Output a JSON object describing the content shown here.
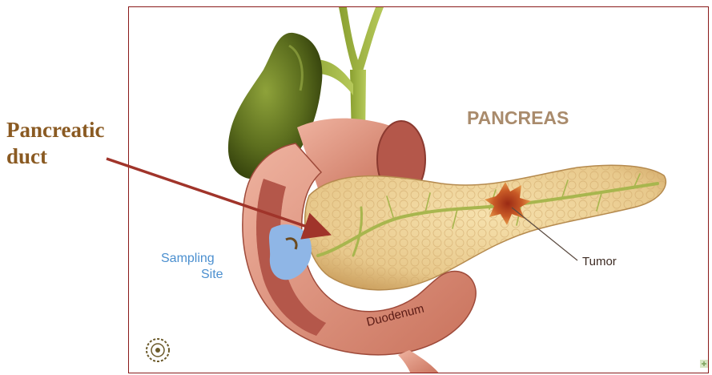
{
  "callout": {
    "line1": "Pancreatic",
    "line2": "duct"
  },
  "figure": {
    "title": "PANCREAS",
    "labels": {
      "sampling_line1": "Sampling",
      "sampling_line2": "Site",
      "tumor": "Tumor",
      "duodenum": "Duodenum"
    }
  },
  "colors": {
    "callout_text": "#8a5a22",
    "arrow": "#a0342a",
    "frame_border": "#8a1a1a",
    "title": "#a98b6c",
    "sampling_label": "#4b8fcf",
    "gallbladder": "#5c6e1e",
    "pancreas": "#e8c98c",
    "duodenum": "#d98f7a"
  },
  "icons": {
    "logo": "seal-emblem-icon",
    "corner": "corner-mark-icon"
  }
}
